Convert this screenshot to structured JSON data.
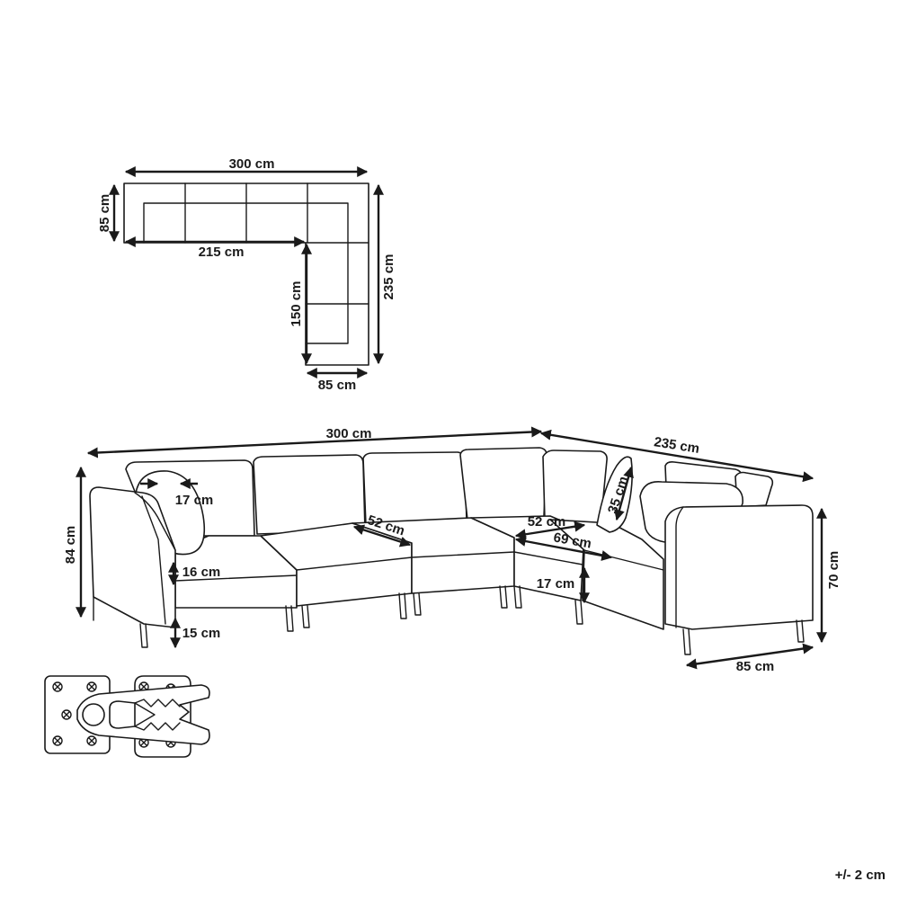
{
  "plan_view": {
    "total_width": "300 cm",
    "depth_left": "85 cm",
    "inner_width": "215 cm",
    "total_depth": "235 cm",
    "inner_depth": "150 cm",
    "depth_bottom": "85 cm"
  },
  "perspective_view": {
    "total_width": "300 cm",
    "side_width": "235 cm",
    "height": "84 cm",
    "pillow_width": "17 cm",
    "seat_depth_1": "52 cm",
    "seat_depth_2": "52 cm",
    "corner_depth": "69 cm",
    "back_cushion_height": "35 cm",
    "seat_cushion_height": "16 cm",
    "leg_height_left": "15 cm",
    "leg_height_right": "17 cm",
    "arm_height": "70 cm",
    "depth": "85 cm"
  },
  "tolerance": "+/- 2 cm"
}
